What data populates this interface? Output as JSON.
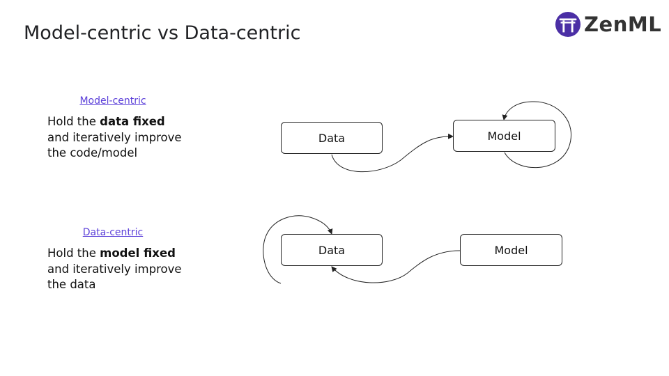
{
  "slide": {
    "title": "Model-centric vs Data-centric"
  },
  "logo": {
    "text": "ZenML",
    "colors": {
      "mark": "#4b2fa5",
      "text": "#333333"
    }
  },
  "model_centric": {
    "link_label": "Model-centric",
    "desc_line1_pre": "Hold the ",
    "desc_line1_bold": "data fixed",
    "desc_line2": "and iteratively improve",
    "desc_line3": "the code/model",
    "nodes": {
      "data": "Data",
      "model": "Model"
    }
  },
  "data_centric": {
    "link_label": "Data-centric",
    "desc_line1_pre": "Hold the ",
    "desc_line1_bold": "model fixed",
    "desc_line2": "and iteratively improve",
    "desc_line3": "the data",
    "nodes": {
      "data": "Data",
      "model": "Model"
    }
  },
  "colors": {
    "link": "#5b3fd9",
    "stroke": "#222222"
  }
}
